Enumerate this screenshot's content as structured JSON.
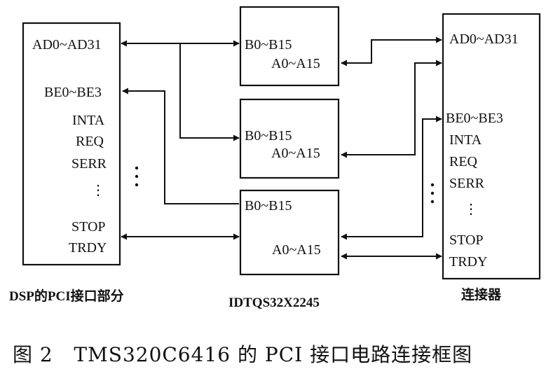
{
  "dsp": {
    "signals": [
      "AD0~AD31",
      "BE0~BE3",
      "INTA",
      "REQ",
      "SERR",
      "⋮",
      "STOP",
      "TRDY"
    ],
    "caption": "DSP的PCI接口部分"
  },
  "switches": {
    "ports": [
      {
        "b": "B0~B15",
        "a": "A0~A15"
      },
      {
        "b": "B0~B15",
        "a": "A0~A15"
      },
      {
        "b": "B0~B15",
        "a": "A0~A15"
      }
    ],
    "caption": "IDTQS32X2245"
  },
  "connector": {
    "signals": [
      "AD0~AD31",
      "BE0~BE3",
      "INTA",
      "REQ",
      "SERR",
      "⋮",
      "STOP",
      "TRDY"
    ],
    "caption": "连接器"
  },
  "figure_title": "图 2   TMS320C6416 的 PCI 接口电路连接框图",
  "colors": {
    "ink": "#111111",
    "background": "#ffffff"
  }
}
